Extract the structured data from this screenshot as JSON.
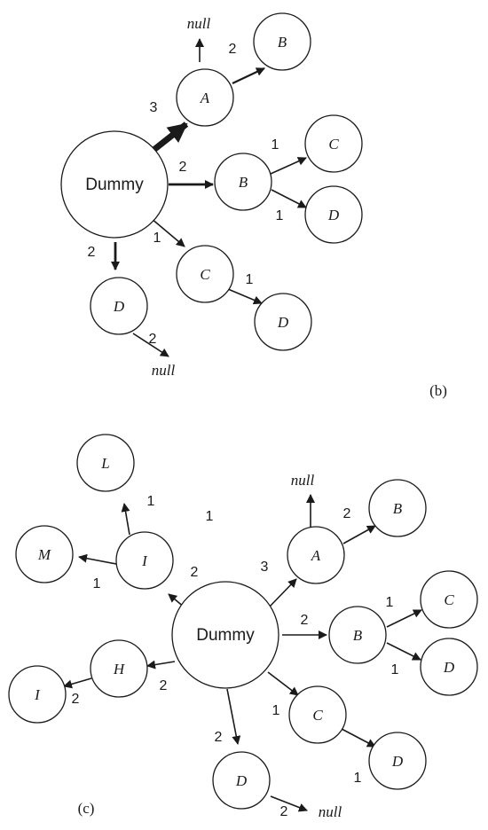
{
  "panels": [
    {
      "id": "b",
      "label": "(b)",
      "root": "Dummy",
      "nodes": [
        "Dummy",
        "A",
        "B",
        "B",
        "C",
        "D",
        "C",
        "D",
        "D"
      ],
      "weights": [
        "3",
        "2",
        "2",
        "1",
        "1",
        "1",
        "2",
        "1",
        "2"
      ],
      "null_label": "null",
      "edges": [
        {
          "from": "Dummy",
          "to": "A",
          "weight": "3"
        },
        {
          "from": "A",
          "to": "null",
          "weight": ""
        },
        {
          "from": "A",
          "to": "B",
          "weight": "2"
        },
        {
          "from": "Dummy",
          "to": "B",
          "weight": "2"
        },
        {
          "from": "B",
          "to": "C",
          "weight": "1"
        },
        {
          "from": "B",
          "to": "D",
          "weight": "1"
        },
        {
          "from": "Dummy",
          "to": "C",
          "weight": "1"
        },
        {
          "from": "C",
          "to": "D",
          "weight": "1"
        },
        {
          "from": "Dummy",
          "to": "D",
          "weight": "2"
        },
        {
          "from": "D",
          "to": "null",
          "weight": "2"
        }
      ]
    },
    {
      "id": "c",
      "label": "(c)",
      "root": "Dummy",
      "nodes": [
        "Dummy",
        "L",
        "I",
        "M",
        "A",
        "B",
        "B",
        "C",
        "D",
        "H",
        "I",
        "C",
        "D",
        "D"
      ],
      "weights": [
        "1",
        "1",
        "2",
        "1",
        "3",
        "2",
        "2",
        "1",
        "1",
        "2",
        "2",
        "1",
        "1",
        "2",
        "2"
      ],
      "null_label": "null",
      "edges": [
        {
          "from": "Dummy",
          "to": "I",
          "weight": "2"
        },
        {
          "from": "I",
          "to": "L",
          "weight": "1"
        },
        {
          "from": "I",
          "to": "M",
          "weight": "1"
        },
        {
          "from": "Dummy",
          "to": "A",
          "weight": "3"
        },
        {
          "from": "A",
          "to": "null",
          "weight": ""
        },
        {
          "from": "A",
          "to": "B",
          "weight": "2"
        },
        {
          "from": "Dummy",
          "to": "B",
          "weight": "2"
        },
        {
          "from": "B",
          "to": "C",
          "weight": "1"
        },
        {
          "from": "B",
          "to": "D",
          "weight": "1"
        },
        {
          "from": "Dummy",
          "to": "H",
          "weight": "2"
        },
        {
          "from": "H",
          "to": "I",
          "weight": "2"
        },
        {
          "from": "Dummy",
          "to": "C",
          "weight": "1"
        },
        {
          "from": "C",
          "to": "D",
          "weight": "1"
        },
        {
          "from": "Dummy",
          "to": "D",
          "weight": "2"
        },
        {
          "from": "D",
          "to": "null",
          "weight": "2"
        }
      ],
      "extra_labels": [
        "1"
      ]
    }
  ]
}
